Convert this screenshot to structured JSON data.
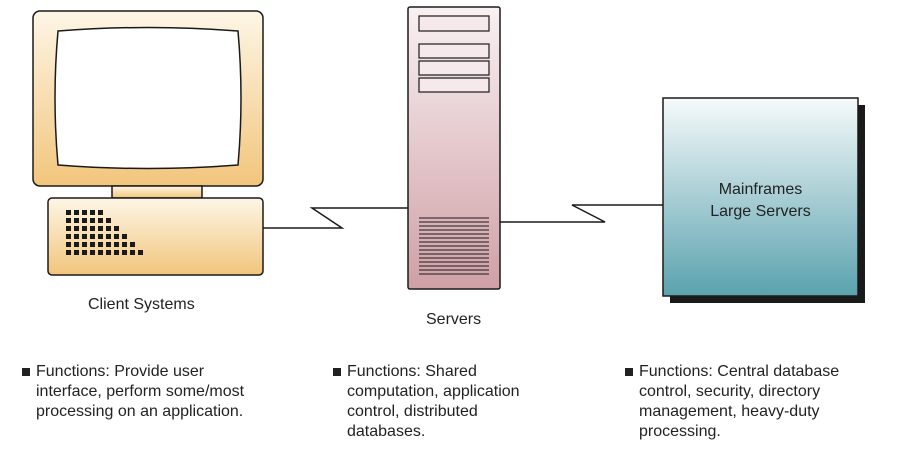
{
  "client": {
    "label": "Client Systems",
    "functions": "Functions: Provide user\ninterface, perform some/most\nprocessing on an application."
  },
  "servers": {
    "label": "Servers",
    "functions": "Functions: Shared\ncomputation, application\ncontrol, distributed\ndatabases."
  },
  "mainframe": {
    "label_line1": "Mainframes",
    "label_line2": "Large Servers",
    "functions": "Functions: Central database\ncontrol, security, directory\nmanagement, heavy-duty\nprocessing."
  },
  "colors": {
    "client_gradient_top": "#fdf6e6",
    "client_gradient_bottom": "#f2c57c",
    "server_gradient_top": "#f9f1f2",
    "server_gradient_bottom": "#cfa0a6",
    "mainframe_gradient_top": "#f6fafb",
    "mainframe_gradient_bottom": "#5aa2ad",
    "outline": "#1a1a1a"
  }
}
